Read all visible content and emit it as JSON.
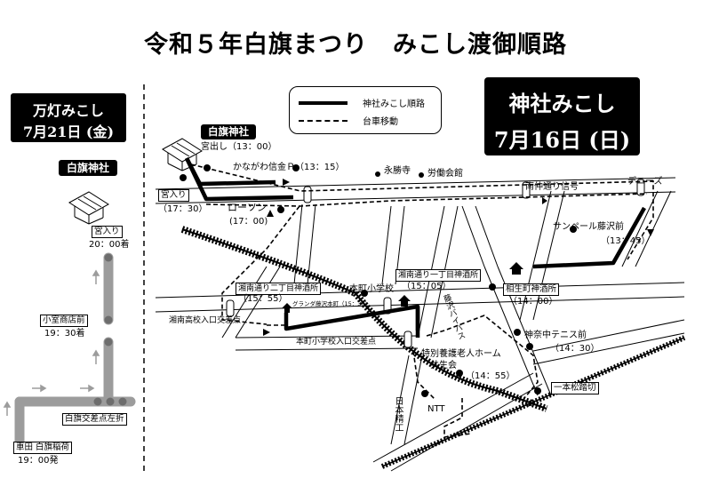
{
  "title": "令和５年白旗まつり　みこし渡御順路",
  "left_panel": {
    "header_line1": "万灯みこし",
    "header_line2": "7月21日 (金)",
    "shrine_label": "白旗神社",
    "stops": [
      {
        "name": "宮入り",
        "time": "20：00着"
      },
      {
        "name": "小室商店前",
        "time": "19：30着"
      },
      {
        "name": "白旗交差点左折",
        "time": ""
      },
      {
        "name": "車田 白旗稲荷",
        "time": "19：00発"
      }
    ]
  },
  "right_header": {
    "line1": "神社みこし",
    "line2": "7月16日 (日)"
  },
  "legend": {
    "solid_label": "神社みこし順路",
    "dashed_label": "台車移動"
  },
  "map": {
    "shrine_label": "白旗神社",
    "departure": "宮出し（13：00）",
    "miyairi": "宮入り",
    "miyairi_time": "（17：30）",
    "kanagawa": "かながわ信金Ｐ（13：15）",
    "eishoji": "永勝寺",
    "roudou": "労働会館",
    "minami_signal": "南仲通り信号",
    "dennys": "デニーズ",
    "lawson": "ローソン",
    "lawson_time": "(17：00)",
    "sunpeal": "サンペール藤沢前",
    "sunpeal_time": "（13：45）",
    "shonan1": "湘南通り一丁目神酒所",
    "shonan1_time": "（15：05）",
    "shonan2": "湘南通り二丁目神酒所",
    "shonan2_time": "（15：55）",
    "honcho_school": "本町小学校",
    "grande": "グランダ藤沢本町（15：30）",
    "aioi": "相生町神酒所",
    "aioi_time": "（14：00）",
    "shonan_high": "湘南高校入口交差点",
    "honcho_cross": "本町小学校入口交差点",
    "tokuyo_line1": "特別養護老人ホーム",
    "tokuyo_line2": "共生会",
    "tokuyo_time": "（14：55）",
    "tennis": "神奈中テニス前",
    "tennis_time": "（14：30）",
    "ntt": "NTT",
    "nihonseiko": "日本精工",
    "ichimatsu": "一本松踏切",
    "fujisawa_bypass": "藤沢バイパス"
  }
}
